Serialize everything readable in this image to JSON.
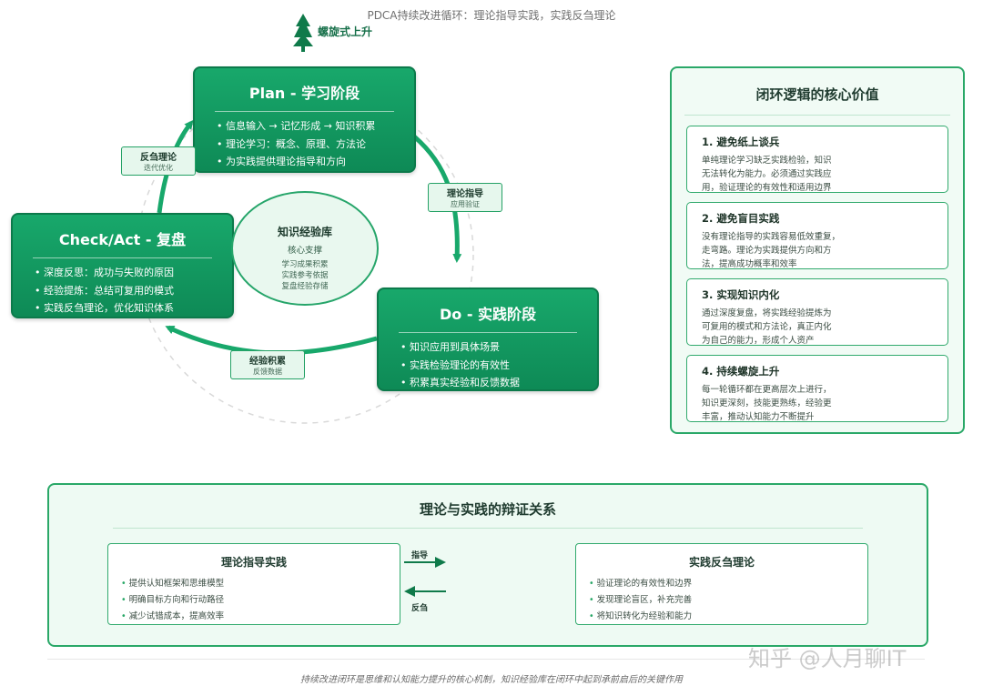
{
  "header": {
    "title": "PDCA持续改进循环：理论指导实践，实践反刍理论",
    "spiral": "螺旋式上升"
  },
  "plan": {
    "title": "Plan - 学习阶段",
    "items": [
      "信息输入 → 记忆形成 → 知识积累",
      "理论学习：概念、原理、方法论",
      "为实践提供理论指导和方向"
    ]
  },
  "check": {
    "title": "Check/Act - 复盘",
    "items": [
      "深度反思：成功与失败的原因",
      "经验提炼：总结可复用的模式",
      "实践反刍理论，优化知识体系"
    ]
  },
  "do": {
    "title": "Do - 实践阶段",
    "items": [
      "知识应用到具体场景",
      "实践检验理论的有效性",
      "积累真实经验和反馈数据"
    ]
  },
  "library": {
    "title": "知识经验库",
    "subtitle": "核心支撑",
    "lines": [
      "学习成果积累",
      "实践参考依据",
      "复盘经验存储"
    ]
  },
  "tags": {
    "guide": {
      "label": "理论指导",
      "sub": "应用验证"
    },
    "accumulate": {
      "label": "经验积累",
      "sub": "反馈数据"
    },
    "reflect": {
      "label": "反刍理论",
      "sub": "迭代优化"
    }
  },
  "value_panel": {
    "title": "闭环逻辑的核心价值",
    "cards": [
      {
        "title": "1. 避免纸上谈兵",
        "body": [
          "单纯理论学习缺乏实践检验，知识",
          "无法转化为能力。必须通过实践应",
          "用，验证理论的有效性和适用边界"
        ]
      },
      {
        "title": "2. 避免盲目实践",
        "body": [
          "没有理论指导的实践容易低效重复，",
          "走弯路。理论为实践提供方向和方",
          "法，提高成功概率和效率"
        ]
      },
      {
        "title": "3. 实现知识内化",
        "body": [
          "通过深度复盘，将实践经验提炼为",
          "可复用的模式和方法论，真正内化",
          "为自己的能力，形成个人资产"
        ]
      },
      {
        "title": "4. 持续螺旋上升",
        "body": [
          "每一轮循环都在更高层次上进行，",
          "知识更深刻，技能更熟练，经验更",
          "丰富，推动认知能力不断提升"
        ]
      }
    ]
  },
  "dialectic": {
    "title": "理论与实践的辩证关系",
    "left": {
      "title": "理论指导实践",
      "items": [
        "提供认知框架和思维模型",
        "明确目标方向和行动路径",
        "减少试错成本，提高效率"
      ]
    },
    "right": {
      "title": "实践反刍理论",
      "items": [
        "验证理论的有效性和边界",
        "发现理论盲区，补充完善",
        "将知识转化为经验和能力"
      ]
    },
    "arrow_top": "指导",
    "arrow_bottom": "反刍"
  },
  "footer": "持续改进闭环是思维和认知能力提升的核心机制，知识经验库在闭环中起到承前启后的关键作用",
  "watermark": "知乎 @人月聊IT",
  "colors": {
    "accent": "#18a86b",
    "accent_dark": "#0c7a4b",
    "panel_bg": "#f1fbf5"
  }
}
